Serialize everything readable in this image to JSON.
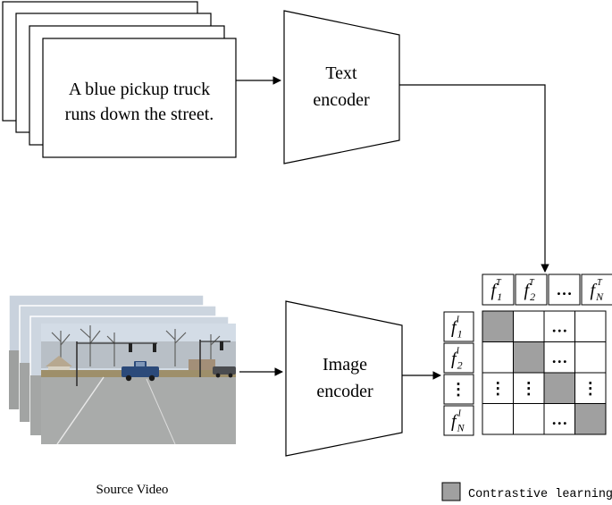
{
  "caption_text": "A blue pickup truck runs down the street.",
  "caption_lines": [
    "A blue pickup truck",
    "runs down the street."
  ],
  "text_encoder": {
    "line1": "Text",
    "line2": "encoder"
  },
  "image_encoder": {
    "line1": "Image",
    "line2": "encoder"
  },
  "source_label": "Source Video",
  "text_features": [
    {
      "base": "f",
      "sub": "1",
      "sup": "T"
    },
    {
      "base": "f",
      "sub": "2",
      "sup": "T"
    },
    {
      "ellipsis": "…"
    },
    {
      "base": "f",
      "sub": "N",
      "sup": "T"
    }
  ],
  "image_features": [
    {
      "base": "f",
      "sub": "1",
      "sup": "I"
    },
    {
      "base": "f",
      "sub": "2",
      "sup": "I"
    },
    {
      "vdots": "⋮"
    },
    {
      "base": "f",
      "sub": "N",
      "sup": "I"
    }
  ],
  "matrix_marks": {
    "hdots": "…",
    "vdots": "⋮"
  },
  "legend": {
    "label": "Contrastive learning"
  },
  "colors": {
    "diagonal": "#a0a0a0",
    "sky": "#cfd8e3",
    "road": "#a7a9a8",
    "truck": "#2b4a7a"
  }
}
